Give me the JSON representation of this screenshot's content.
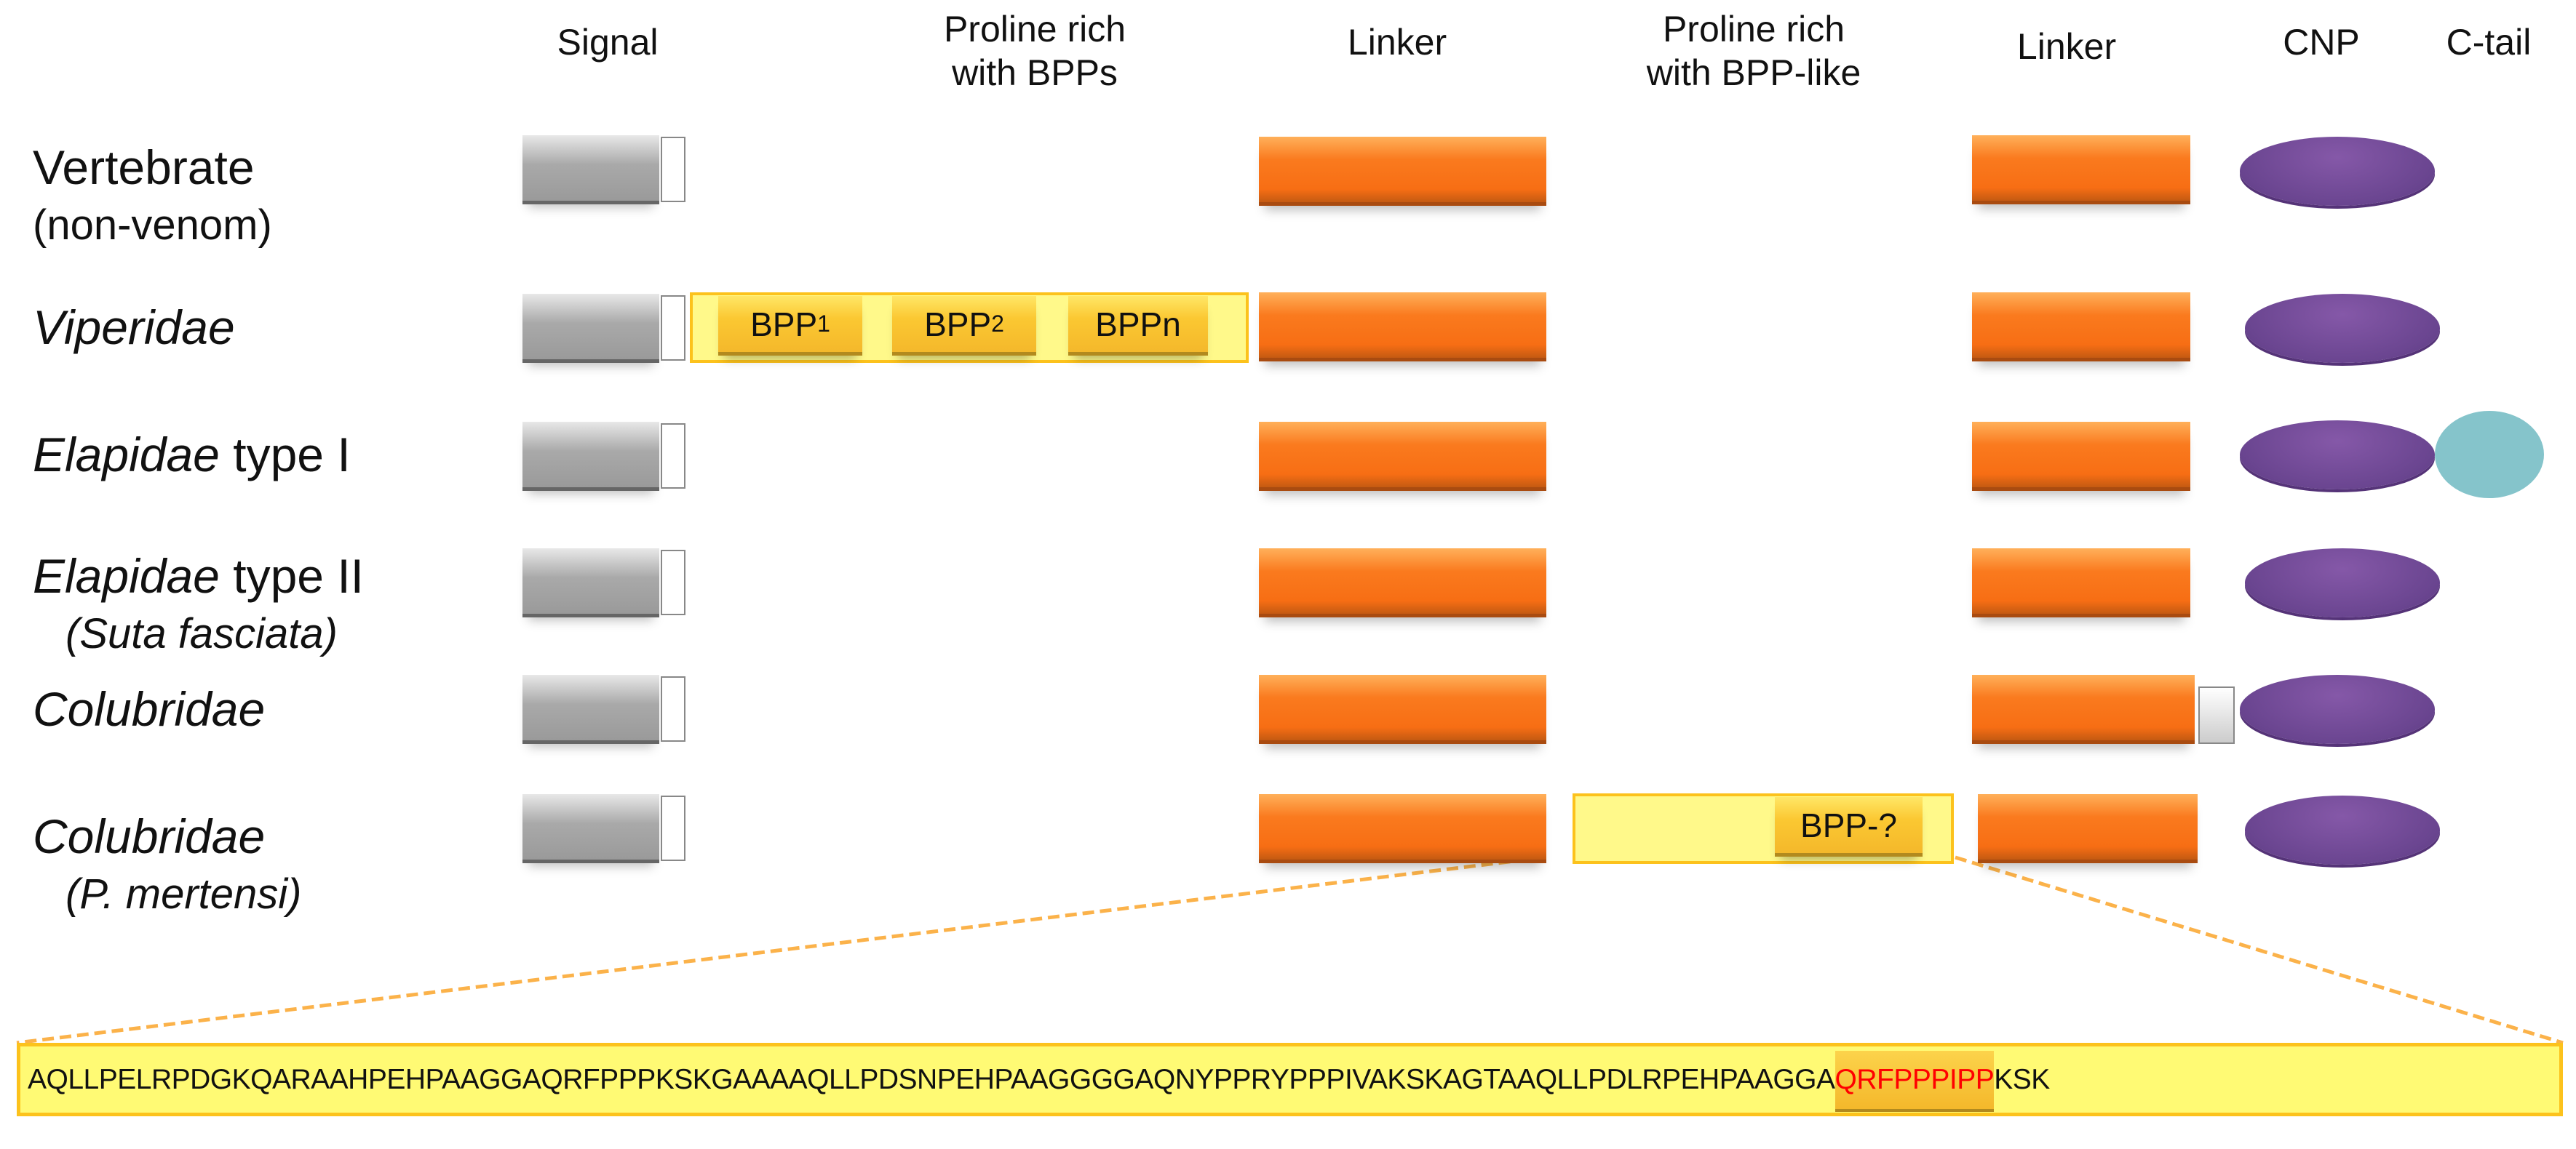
{
  "headers": {
    "signal": "Signal",
    "proline_bpp_line1": "Proline rich",
    "proline_bpp_line2": "with BPPs",
    "linker1": "Linker",
    "proline_like_line1": "Proline rich",
    "proline_like_line2": "with BPP-like",
    "linker2": "Linker",
    "cnp": "CNP",
    "ctail": "C-tail"
  },
  "rows": [
    {
      "name": "Vertebrate",
      "sub": "(non-venom)"
    },
    {
      "name": "Viperidae"
    },
    {
      "name": "Elapidae",
      "suffix": " type I"
    },
    {
      "name": "Elapidae",
      "suffix": " type II",
      "sub": "(Suta fasciata)"
    },
    {
      "name": "Colubridae"
    },
    {
      "name": "Colubridae",
      "sub": "(P. mertensi)"
    }
  ],
  "bpp_boxes": [
    {
      "base": "BPP",
      "index": "1"
    },
    {
      "base": "BPP",
      "index": "2"
    },
    {
      "base": "BPP",
      "index": "n"
    }
  ],
  "bpp_unknown": "BPP-?",
  "sequence": {
    "before": "AQLLPELRPDGKQARAAHPEHPAAGGAQRFPPPKSKGAAAAQLLPDSNPEHPAAGGGGAQNYPPRYPPPIVAKSKAGTAAQLLPDLRPEHPAAGGA",
    "highlight": "QRFPPPIPP",
    "after": "KSK"
  },
  "colors": {
    "signal": "#a9a9a9",
    "linker": "#f76e14",
    "cnp": "#6a4590",
    "ctail": "#85c4cb",
    "proline_region": "#fff98a",
    "bpp": "#fbc832",
    "highlight_text": "#ff0000"
  }
}
